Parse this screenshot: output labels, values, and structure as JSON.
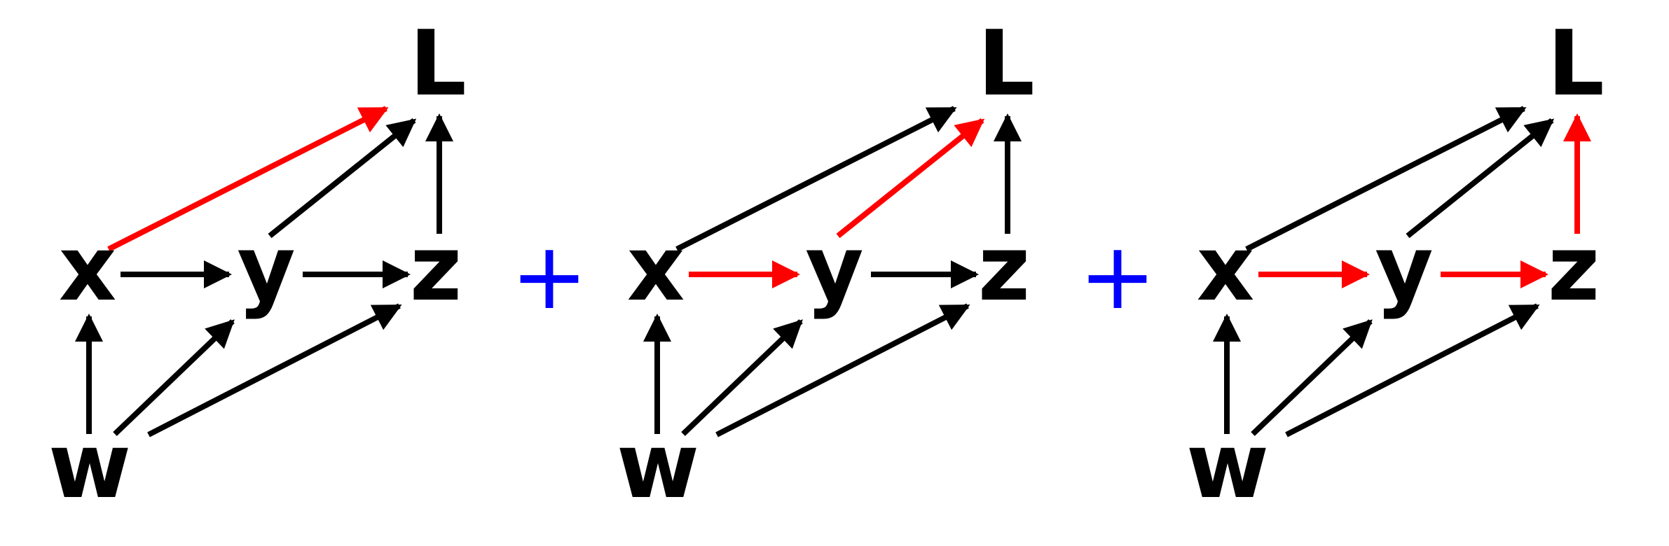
{
  "figure": {
    "background": "#ffffff",
    "type": "causal-graph-sum",
    "term_count": 3
  },
  "colors": {
    "edge_default": "#000000",
    "edge_highlight": "#ff0000",
    "operator": "#0000ff",
    "node_label": "#000000"
  },
  "operators": [
    {
      "symbol": "+"
    },
    {
      "symbol": "+"
    }
  ],
  "graphs": [
    {
      "nodes": {
        "x": "x",
        "y": "y",
        "z": "z",
        "L": "L",
        "w": "w"
      },
      "edges": [
        "w->x",
        "w->y",
        "w->z",
        "x->y",
        "y->z",
        "x->L",
        "y->L",
        "z->L"
      ],
      "red_edges": [
        "x->L"
      ]
    },
    {
      "nodes": {
        "x": "x",
        "y": "y",
        "z": "z",
        "L": "L",
        "w": "w"
      },
      "edges": [
        "w->x",
        "w->y",
        "w->z",
        "x->y",
        "y->z",
        "x->L",
        "y->L",
        "z->L"
      ],
      "red_edges": [
        "x->y",
        "y->L"
      ]
    },
    {
      "nodes": {
        "x": "x",
        "y": "y",
        "z": "z",
        "L": "L",
        "w": "w"
      },
      "edges": [
        "w->x",
        "w->y",
        "w->z",
        "x->y",
        "y->z",
        "x->L",
        "y->L",
        "z->L"
      ],
      "red_edges": [
        "x->y",
        "y->z",
        "z->L"
      ]
    }
  ]
}
